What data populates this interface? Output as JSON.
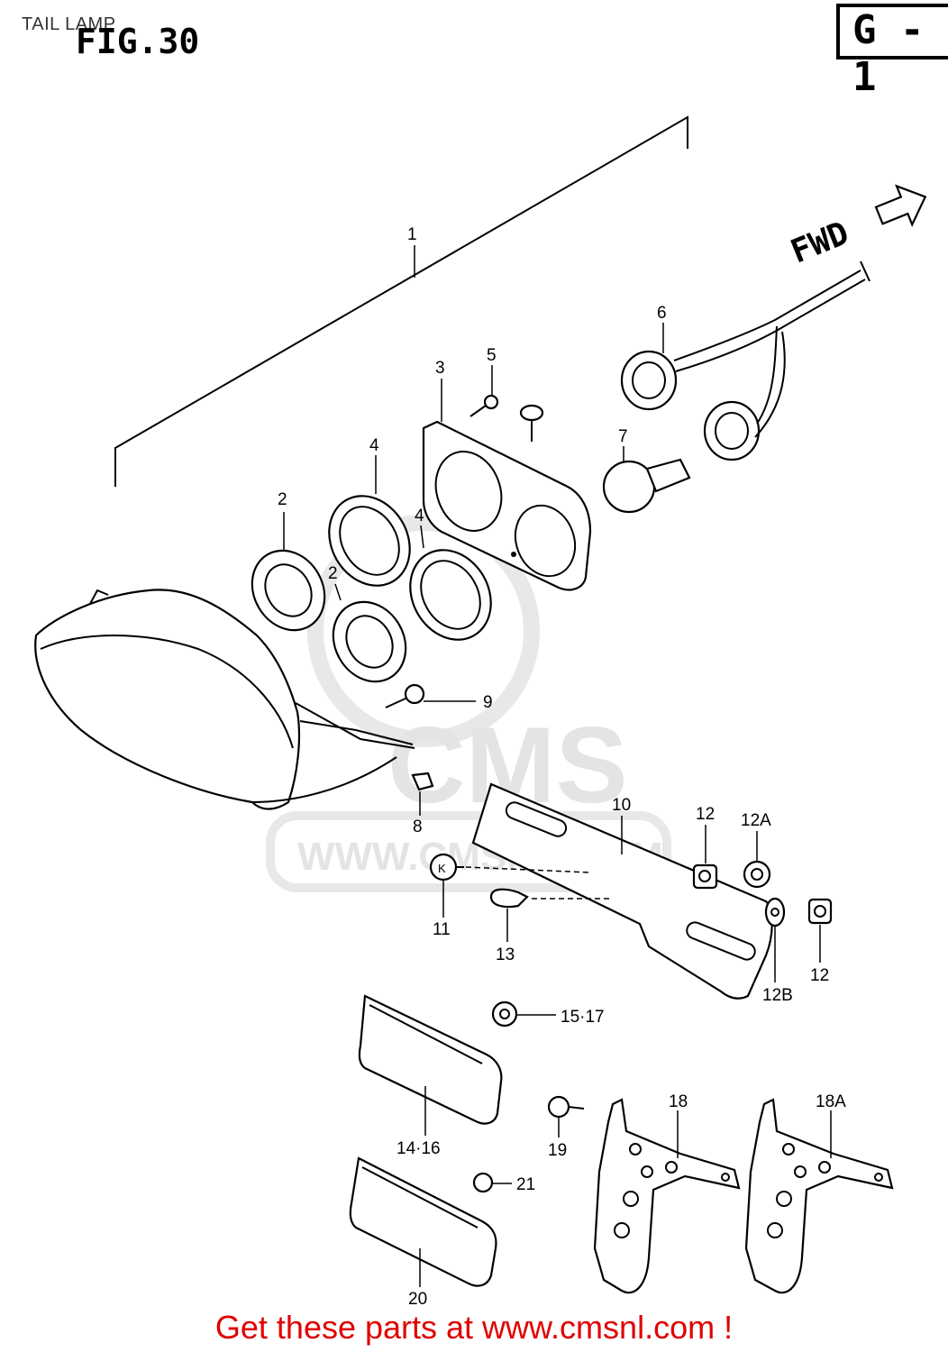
{
  "header": {
    "section_title": "TAIL LAMP",
    "figure": "FIG.30",
    "group_code": "G - 1"
  },
  "direction_marker": "FWD",
  "watermark": {
    "brand": "CMS",
    "site": "WWW.CMSNL.COM"
  },
  "part_labels": {
    "p1": "1",
    "p2a": "2",
    "p2b": "2",
    "p3": "3",
    "p4a": "4",
    "p4b": "4",
    "p5": "5",
    "p6": "6",
    "p7": "7",
    "p8": "8",
    "p9": "9",
    "p10": "10",
    "p11": "11",
    "p12a": "12",
    "p12b": "12",
    "p12A": "12A",
    "p12B": "12B",
    "p13": "13",
    "p14_16": "14·16",
    "p15_17": "15·17",
    "p18": "18",
    "p18A": "18A",
    "p19": "19",
    "p20": "20",
    "p21": "21"
  },
  "footer": {
    "cta": "Get these parts at www.cmsnl.com !"
  }
}
